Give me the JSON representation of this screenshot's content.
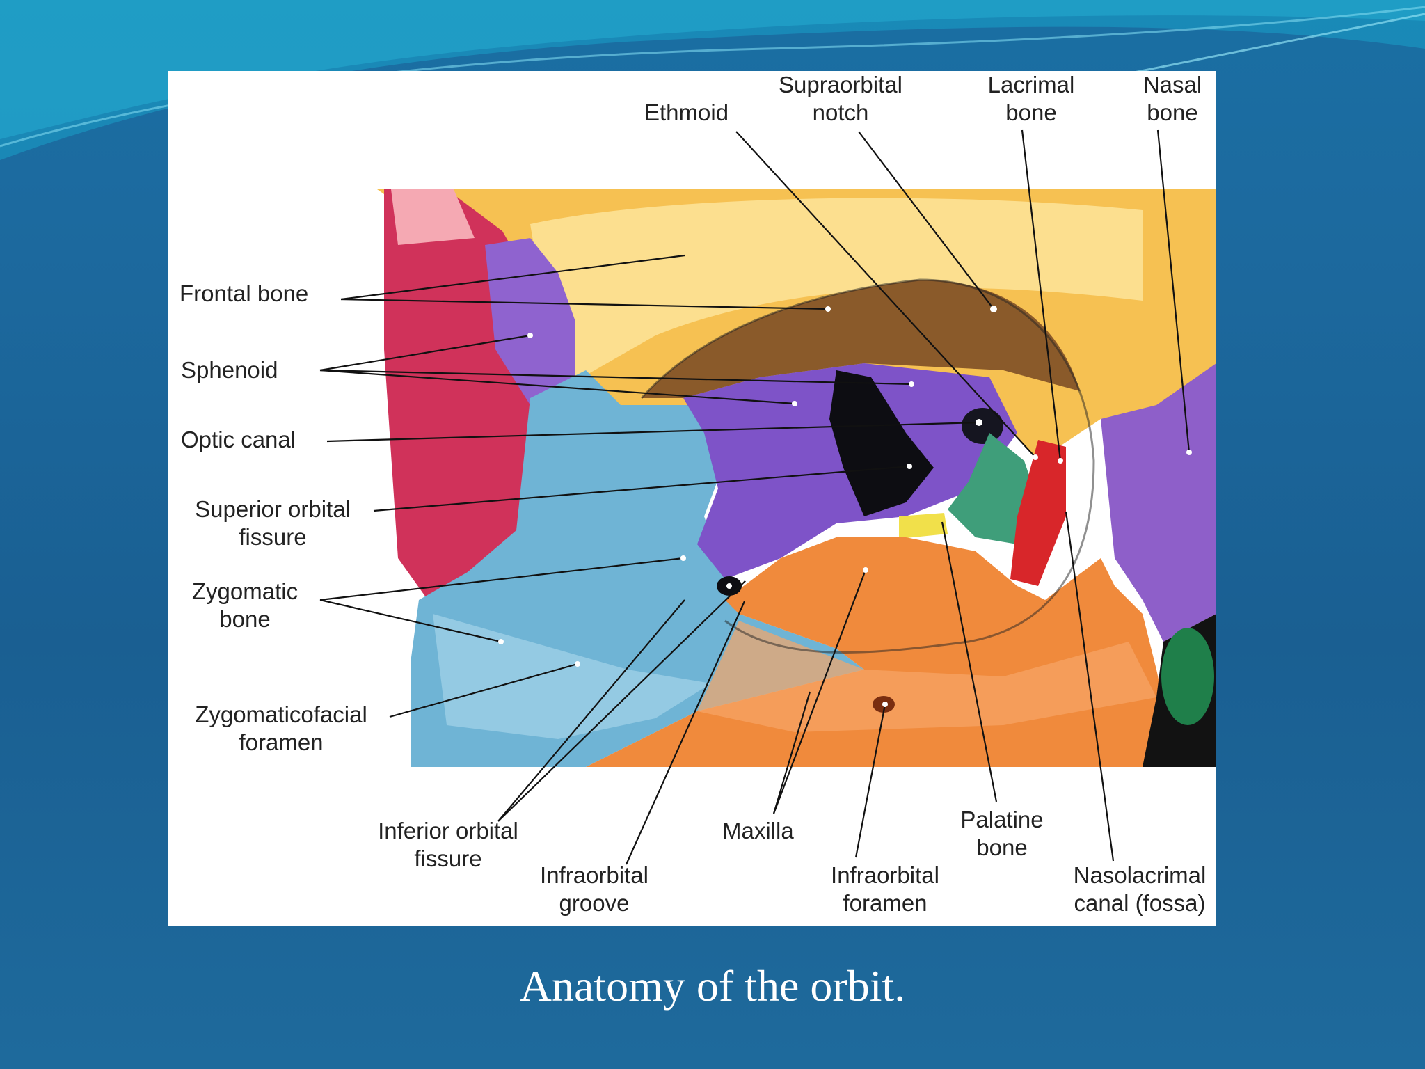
{
  "caption": "Anatomy of the orbit.",
  "labels": {
    "frontal_bone": "Frontal bone",
    "sphenoid": "Sphenoid",
    "optic_canal": "Optic canal",
    "superior_orbital_fissure": [
      "Superior orbital",
      "fissure"
    ],
    "zygomatic_bone": [
      "Zygomatic",
      "bone"
    ],
    "zygomaticofacial_foramen": [
      "Zygomaticofacial",
      "foramen"
    ],
    "ethmoid": "Ethmoid",
    "supraorbital_notch": [
      "Supraorbital",
      "notch"
    ],
    "lacrimal_bone": [
      "Lacrimal",
      "bone"
    ],
    "nasal_bone": [
      "Nasal",
      "bone"
    ],
    "inferior_orbital_fissure": [
      "Inferior orbital",
      "fissure"
    ],
    "infraorbital_groove": [
      "Infraorbital",
      "groove"
    ],
    "maxilla": "Maxilla",
    "infraorbital_foramen": [
      "Infraorbital",
      "foramen"
    ],
    "palatine_bone": [
      "Palatine",
      "bone"
    ],
    "nasolacrimal_canal": [
      "Nasolacrimal",
      "canal (fossa)"
    ]
  },
  "colors": {
    "frontal": "#f7c85a",
    "frontal_roof": "#8a5a2a",
    "sphenoid": "#7f55c9",
    "zygomatic": "#6fb6d6",
    "maxilla": "#f08a3c",
    "ethmoid": "#3f9e7a",
    "lacrimal": "#d8282a",
    "nasal": "#8e5fc9",
    "zygomatic_side": "#cf2f55",
    "palatine": "#f1e04a"
  }
}
